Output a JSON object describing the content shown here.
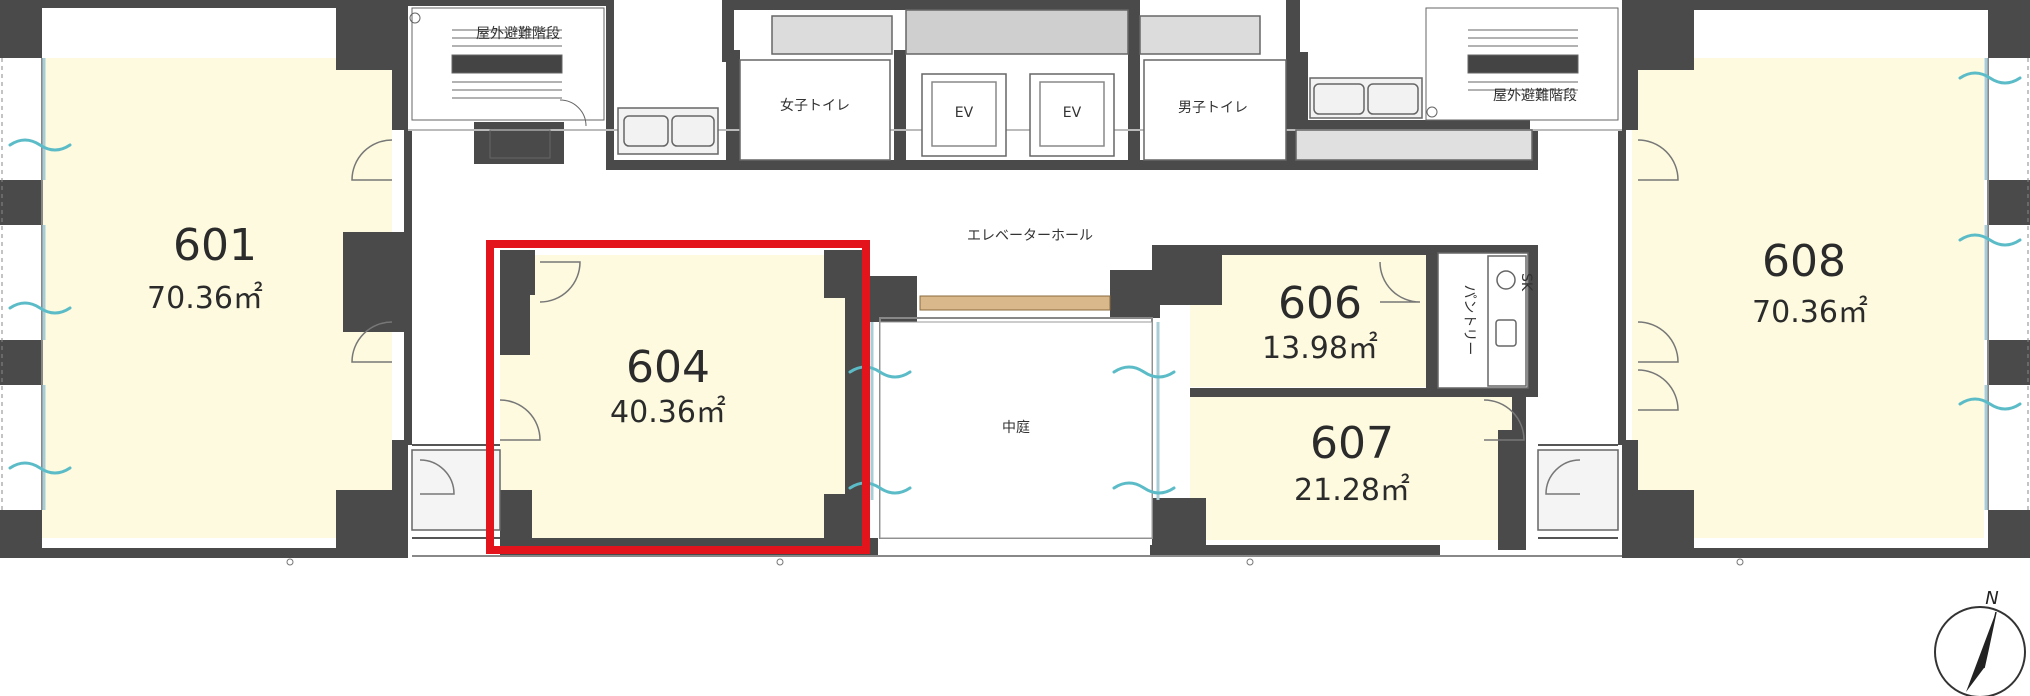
{
  "rooms": {
    "r601": {
      "number": "601",
      "area": "70.36㎡"
    },
    "r604": {
      "number": "604",
      "area": "40.36㎡"
    },
    "r606": {
      "number": "606",
      "area": "13.98㎡"
    },
    "r607": {
      "number": "607",
      "area": "21.28㎡"
    },
    "r608": {
      "number": "608",
      "area": "70.36㎡"
    }
  },
  "labels": {
    "stair_left": "屋外避難階段",
    "stair_right": "屋外避難階段",
    "toilet_women": "女子トイレ",
    "toilet_men": "男子トイレ",
    "ev1": "EV",
    "ev2": "EV",
    "hall": "エレベーターホール",
    "courtyard": "中庭",
    "pantry": "パントリー",
    "sk": "SK",
    "north": "N"
  },
  "highlight": {
    "room": "604",
    "color": "#e3141c"
  },
  "colors": {
    "room_fill": "#fdfadf",
    "wall": "#4a4a4a",
    "wave": "#5bbcc8",
    "wood": "#d9b98c"
  }
}
